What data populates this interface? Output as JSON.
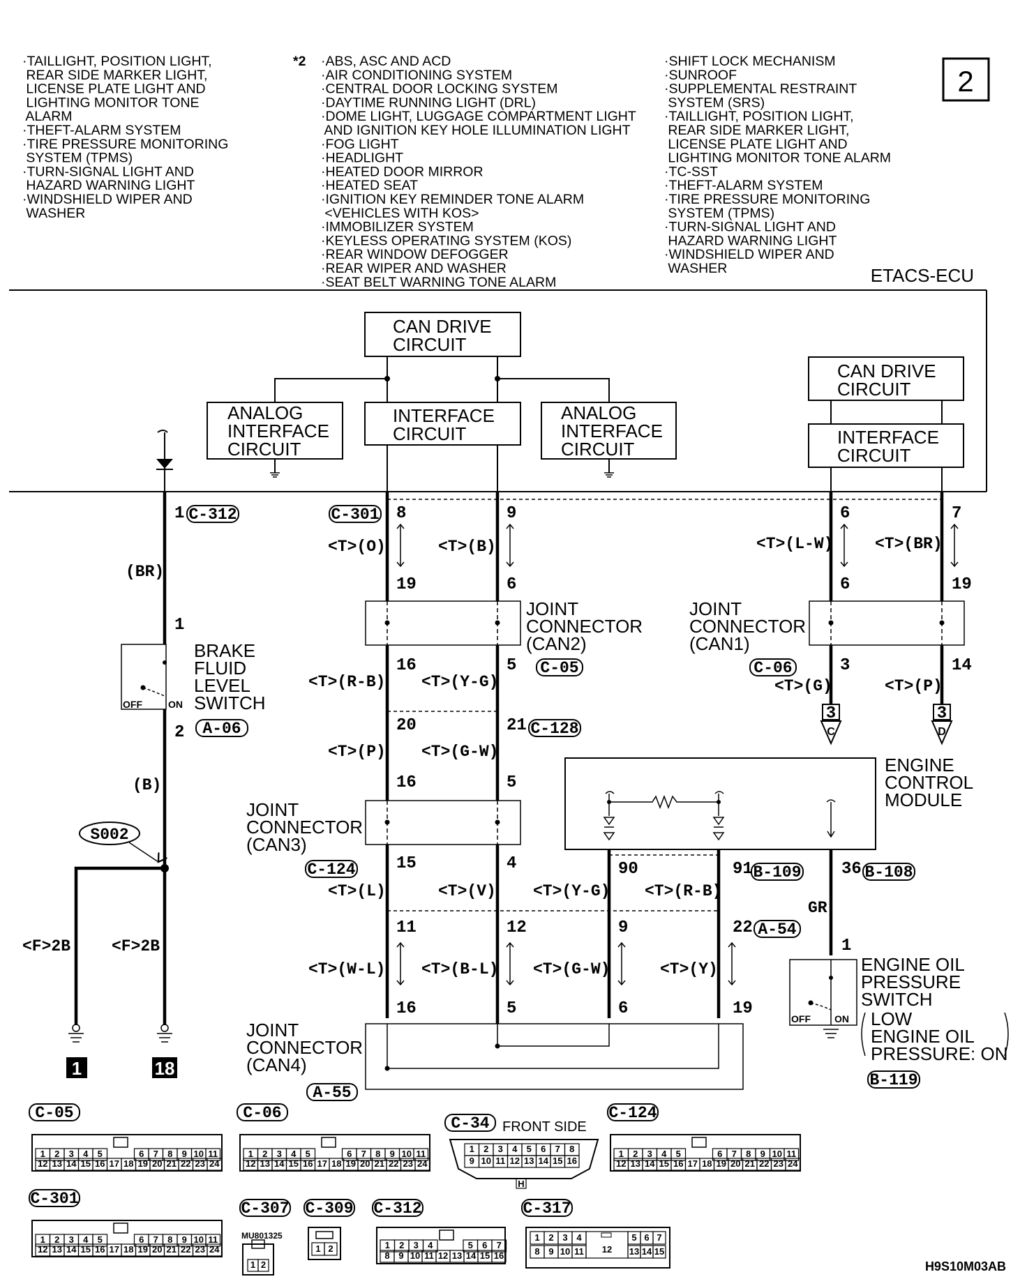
{
  "header": {
    "col1": [
      "·TAILLIGHT, POSITION LIGHT,",
      " REAR SIDE MARKER LIGHT,",
      " LICENSE PLATE LIGHT AND",
      " LIGHTING MONITOR TONE",
      " ALARM",
      "·THEFT-ALARM SYSTEM",
      "·TIRE PRESSURE MONITORING",
      " SYSTEM (TPMS)",
      "·TURN-SIGNAL LIGHT AND",
      " HAZARD WARNING LIGHT",
      "·WINDSHIELD WIPER AND",
      " WASHER"
    ],
    "note_mark": "*2",
    "col2": [
      "·ABS, ASC AND ACD",
      "·AIR CONDITIONING SYSTEM",
      "·CENTRAL DOOR LOCKING SYSTEM",
      "·DAYTIME RUNNING LIGHT (DRL)",
      "·DOME LIGHT, LUGGAGE COMPARTMENT LIGHT",
      " AND IGNITION KEY HOLE ILLUMINATION LIGHT",
      "·FOG LIGHT",
      "·HEADLIGHT",
      "·HEATED DOOR MIRROR",
      "·HEATED SEAT",
      "·IGNITION KEY REMINDER TONE ALARM",
      " <VEHICLES WITH KOS>",
      "·IMMOBILIZER SYSTEM",
      "·KEYLESS OPERATING SYSTEM (KOS)",
      "·REAR WINDOW DEFOGGER",
      "·REAR WIPER AND WASHER",
      "·SEAT BELT WARNING TONE ALARM"
    ],
    "col3": [
      "·SHIFT LOCK MECHANISM",
      "·SUNROOF",
      "·SUPPLEMENTAL RESTRAINT",
      " SYSTEM (SRS)",
      "·TAILLIGHT, POSITION LIGHT,",
      " REAR SIDE MARKER LIGHT,",
      " LICENSE PLATE LIGHT AND",
      " LIGHTING MONITOR TONE ALARM",
      "·TC-SST",
      "·THEFT-ALARM SYSTEM",
      "·TIRE PRESSURE MONITORING",
      " SYSTEM (TPMS)",
      "·TURN-SIGNAL LIGHT AND",
      " HAZARD WARNING LIGHT",
      "·WINDSHIELD WIPER AND",
      " WASHER"
    ],
    "page_number": "2",
    "ecu_label": "ETACS-ECU"
  },
  "blocks": {
    "can_drive_1": [
      "CAN DRIVE",
      "CIRCUIT"
    ],
    "can_drive_2": [
      "CAN DRIVE",
      "CIRCUIT"
    ],
    "analog_left": [
      "ANALOG",
      "INTERFACE",
      "CIRCUIT"
    ],
    "analog_right": [
      "ANALOG",
      "INTERFACE",
      "CIRCUIT"
    ],
    "interface_1": [
      "INTERFACE",
      "CIRCUIT"
    ],
    "interface_2": [
      "INTERFACE",
      "CIRCUIT"
    ],
    "engine_control_module": [
      "ENGINE",
      "CONTROL",
      "MODULE"
    ],
    "brake_fluid_switch": [
      "BRAKE",
      "FLUID",
      "LEVEL",
      "SWITCH"
    ],
    "engine_oil_switch": [
      "ENGINE OIL",
      "PRESSURE",
      "SWITCH"
    ],
    "engine_oil_note": [
      "LOW",
      "ENGINE OIL",
      "PRESSURE: ON"
    ],
    "joint_can1": [
      "JOINT",
      "CONNECTOR",
      "(CAN1)"
    ],
    "joint_can2": [
      "JOINT",
      "CONNECTOR",
      "(CAN2)"
    ],
    "joint_can3": [
      "JOINT",
      "CONNECTOR",
      "(CAN3)"
    ],
    "joint_can4": [
      "JOINT",
      "CONNECTOR",
      "(CAN4)"
    ]
  },
  "switch_states": {
    "off": "OFF",
    "on": "ON"
  },
  "connectors": {
    "c312": "C-312",
    "c301": "C-301",
    "c05": "C-05",
    "c06": "C-06",
    "c128": "C-128",
    "c124": "C-124",
    "a06": "A-06",
    "b109": "B-109",
    "b108": "B-108",
    "a54": "A-54",
    "a55": "A-55",
    "b119": "B-119",
    "s002": "S002"
  },
  "pins": {
    "c312_1": "1",
    "brake_1": "1",
    "brake_2": "2",
    "c301_8": "8",
    "c301_9": "9",
    "can1_6a": "6",
    "can1_7": "7",
    "can2_19": "19",
    "can2_6": "6",
    "can1_6b": "6",
    "can1_19": "19",
    "can2_16": "16",
    "can2_5": "5",
    "can1_3": "3",
    "can1_14": "14",
    "c128_20": "20",
    "c128_21": "21",
    "can3_16": "16",
    "can3_5": "5",
    "can3_15": "15",
    "can3_4": "4",
    "ecm_90": "90",
    "ecm_91": "91",
    "ecm_36": "36",
    "a54_11": "11",
    "a54_12": "12",
    "a54_9": "9",
    "a54_22": "22",
    "can4_16": "16",
    "can4_5": "5",
    "can4_6": "6",
    "can4_19": "19",
    "oil_1": "1"
  },
  "wires": {
    "br": "(BR)",
    "b": "(B)",
    "t_o": "<T>(O)",
    "t_b": "<T>(B)",
    "t_lw": "<T>(L-W)",
    "t_br": "<T>(BR)",
    "t_rb1": "<T>(R-B)",
    "t_yg1": "<T>(Y-G)",
    "t_g": "<T>(G)",
    "t_p1": "<T>(P)",
    "t_p2": "<T>(P)",
    "t_gw1": "<T>(G-W)",
    "t_l": "<T>(L)",
    "t_v": "<T>(V)",
    "t_yg2": "<T>(Y-G)",
    "t_rb2": "<T>(R-B)",
    "gr": "GR",
    "t_wl": "<T>(W-L)",
    "t_bl": "<T>(B-L)",
    "t_gw2": "<T>(G-W)",
    "t_y": "<T>(Y)",
    "f2b_1": "<F>2B",
    "f2b_2": "<F>2B"
  },
  "refs": {
    "c_num": "3",
    "c_letter": "C",
    "d_num": "3",
    "d_letter": "D",
    "ground_1": "1",
    "ground_18": "18"
  },
  "connector_views": {
    "c05": {
      "label": "C-05",
      "row1": [
        "1",
        "2",
        "3",
        "4",
        "5",
        "6",
        "7",
        "8",
        "9",
        "10",
        "11"
      ],
      "row2": [
        "12",
        "13",
        "14",
        "15",
        "16",
        "17",
        "18",
        "19",
        "20",
        "21",
        "22",
        "23",
        "24"
      ]
    },
    "c06": {
      "label": "C-06",
      "row1": [
        "1",
        "2",
        "3",
        "4",
        "5",
        "6",
        "7",
        "8",
        "9",
        "10",
        "11"
      ],
      "row2": [
        "12",
        "13",
        "14",
        "15",
        "16",
        "17",
        "18",
        "19",
        "20",
        "21",
        "22",
        "23",
        "24"
      ]
    },
    "c34": {
      "label": "C-34",
      "caption": "FRONT SIDE",
      "row1": [
        "1",
        "2",
        "3",
        "4",
        "5",
        "6",
        "7",
        "8"
      ],
      "row2": [
        "9",
        "10",
        "11",
        "12",
        "13",
        "14",
        "15",
        "16"
      ],
      "key": "H"
    },
    "c124": {
      "label": "C-124",
      "row1": [
        "1",
        "2",
        "3",
        "4",
        "5",
        "6",
        "7",
        "8",
        "9",
        "10",
        "11"
      ],
      "row2": [
        "12",
        "13",
        "14",
        "15",
        "16",
        "17",
        "18",
        "19",
        "20",
        "21",
        "22",
        "23",
        "24"
      ]
    },
    "c301": {
      "label": "C-301",
      "row1": [
        "1",
        "2",
        "3",
        "4",
        "5",
        "6",
        "7",
        "8",
        "9",
        "10",
        "11"
      ],
      "row2": [
        "12",
        "13",
        "14",
        "15",
        "16",
        "17",
        "18",
        "19",
        "20",
        "21",
        "22",
        "23",
        "24"
      ]
    },
    "c307": {
      "label": "C-307",
      "part": "MU801325",
      "cells": [
        "1",
        "2"
      ]
    },
    "c309": {
      "label": "C-309",
      "cells": [
        "1",
        "2"
      ]
    },
    "c312": {
      "label": "C-312",
      "row1": [
        "1",
        "2",
        "3",
        "4",
        "5",
        "6",
        "7"
      ],
      "row2": [
        "8",
        "9",
        "10",
        "11",
        "12",
        "13",
        "14",
        "15",
        "16"
      ]
    },
    "c317": {
      "label": "C-317",
      "row1a": [
        "1",
        "2",
        "3",
        "4"
      ],
      "row1b": [
        "5",
        "6",
        "7"
      ],
      "mid": "12",
      "row2a": [
        "8",
        "9",
        "10",
        "11"
      ],
      "row2b": [
        "13",
        "14",
        "15"
      ]
    }
  },
  "footer_code": "H9S10M03AB"
}
